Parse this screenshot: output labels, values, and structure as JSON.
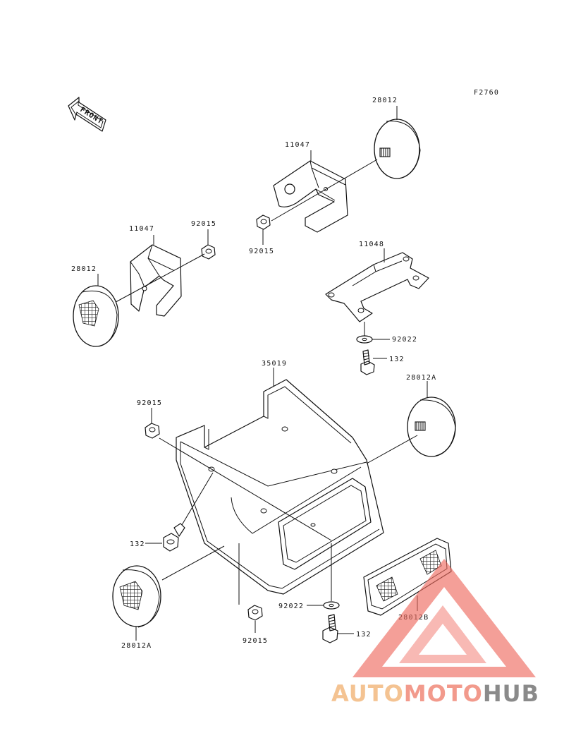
{
  "figure_code": "F2760",
  "front_arrow_label": "FRONT",
  "parts": {
    "reflector_top_right": "28012",
    "bracket_top": "11047",
    "nut_top": "92015",
    "bracket_left": "11047",
    "nut_left": "92015",
    "reflector_left": "28012",
    "bracket_plate": "11048",
    "washer_mid": "92022",
    "bolt_mid": "132",
    "reflector_right": "28012A",
    "cover": "35019",
    "nut_cover_left": "92015",
    "bolt_left": "132",
    "reflector_bottom_left": "28012A",
    "nut_bottom": "92015",
    "washer_bottom": "92022",
    "bolt_bottom": "132",
    "reflector_rear": "28012B"
  },
  "watermark": {
    "part1": "AUTO",
    "part2": "MOTO",
    "part3": "HUB",
    "colors": {
      "auto": "#f4c392",
      "moto": "#f29a8c",
      "hub": "#8a8a8a",
      "triangle": "#ee6a5e"
    }
  }
}
